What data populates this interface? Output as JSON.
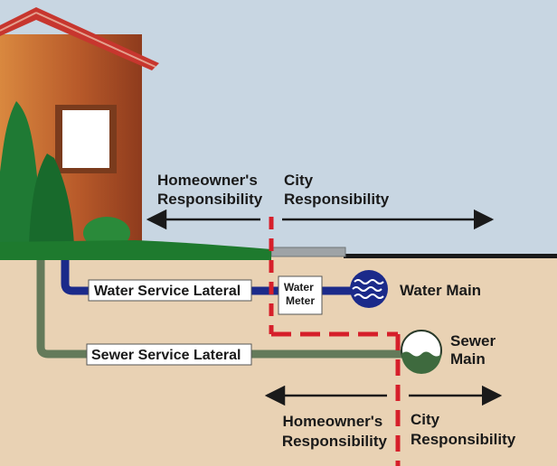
{
  "upper_zone": {
    "homeowner_line1": "Homeowner's",
    "homeowner_line2": "Responsibility",
    "city_line1": "City",
    "city_line2": "Responsibility"
  },
  "water": {
    "lateral_label": "Water Service Lateral",
    "meter_line1": "Water",
    "meter_line2": "Meter",
    "main_label": "Water Main"
  },
  "sewer": {
    "lateral_label": "Sewer Service Lateral",
    "main_line1": "Sewer",
    "main_line2": "Main"
  },
  "lower_zone": {
    "homeowner_line1": "Homeowner's",
    "homeowner_line2": "Responsibility",
    "city_line1": "City",
    "city_line2": "Responsibility"
  },
  "colors": {
    "sky": "#c8d6e2",
    "soil": "#e9d2b4",
    "grass": "#1e7a2e",
    "house_wall": "#b85a2a",
    "roof": "#c7362e",
    "water_pipe": "#1b2a8a",
    "sewer_pipe": "#647a5a",
    "boundary": "#d61f2a"
  }
}
